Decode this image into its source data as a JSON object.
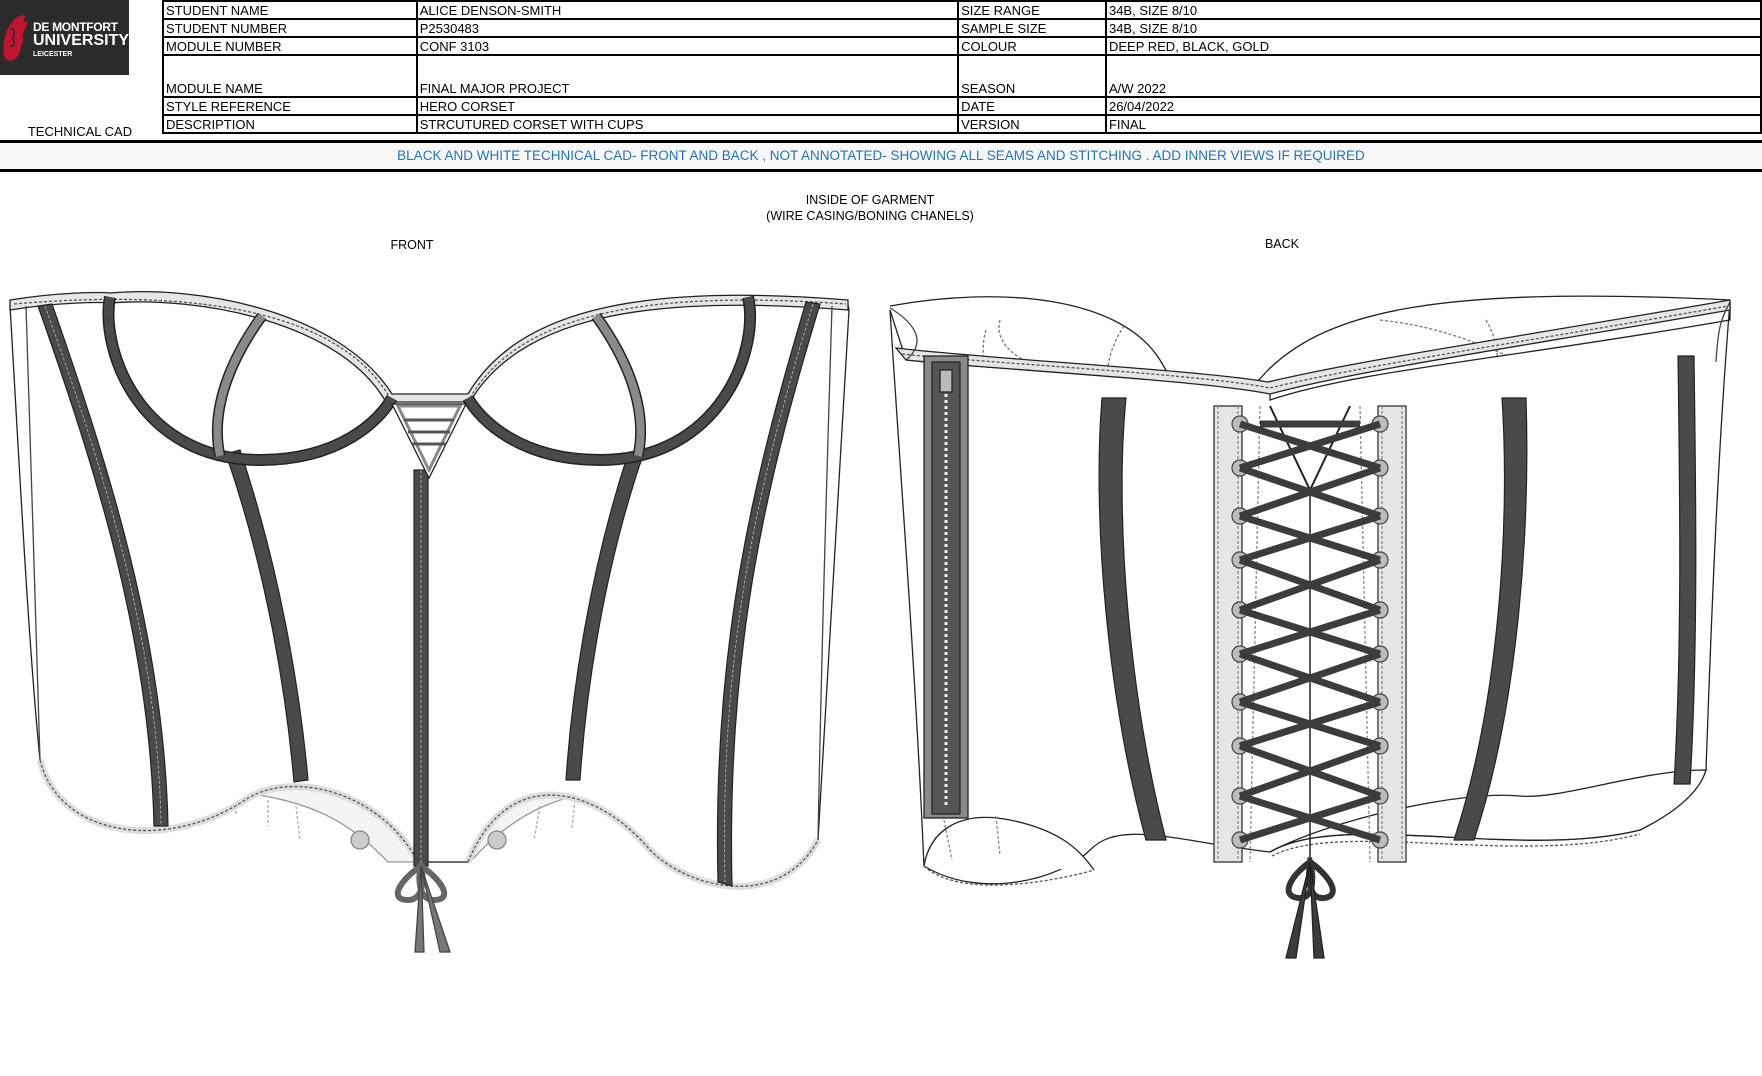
{
  "logo": {
    "line1": "DE MONTFORT",
    "line2": "UNIVERSITY",
    "line3": "LEICESTER"
  },
  "document_label": "TECHNICAL CAD",
  "fields": {
    "student_name": {
      "label": "STUDENT NAME",
      "value": "ALICE DENSON-SMITH"
    },
    "student_number": {
      "label": "STUDENT NUMBER",
      "value": "P2530483"
    },
    "module_number": {
      "label": "MODULE NUMBER",
      "value": "CONF 3103"
    },
    "module_name": {
      "label": "MODULE NAME",
      "value": "FINAL MAJOR PROJECT"
    },
    "style_reference": {
      "label": "STYLE REFERENCE",
      "value": "HERO CORSET"
    },
    "description": {
      "label": "DESCRIPTION",
      "value": "STRCUTURED CORSET WITH CUPS"
    },
    "size_range": {
      "label": "SIZE RANGE",
      "value": "34B, SIZE 8/10"
    },
    "sample_size": {
      "label": "SAMPLE SIZE",
      "value": "34B, SIZE 8/10"
    },
    "colour": {
      "label": "COLOUR",
      "value": "DEEP RED, BLACK, GOLD"
    },
    "season": {
      "label": "SEASON",
      "value": "A/W 2022"
    },
    "date": {
      "label": "DATE",
      "value": "26/04/2022"
    },
    "version": {
      "label": "VERSION",
      "value": "FINAL"
    }
  },
  "instruction": "BLACK AND WHITE TECHNICAL CAD- FRONT AND BACK , NOT ANNOTATED- SHOWING ALL SEAMS AND STITCHING . ADD INNER VIEWS IF REQUIRED",
  "captions": {
    "inside_line1": "INSIDE OF GARMENT",
    "inside_line2": "(WIRE CASING/BONING CHANELS)",
    "front": "FRONT",
    "back": "BACK"
  },
  "colors": {
    "instruction_text": "#1f72c4",
    "logo_bg": "#2b2b2b",
    "boning": "#4a4a4a",
    "lace": "#3c3c3c"
  }
}
